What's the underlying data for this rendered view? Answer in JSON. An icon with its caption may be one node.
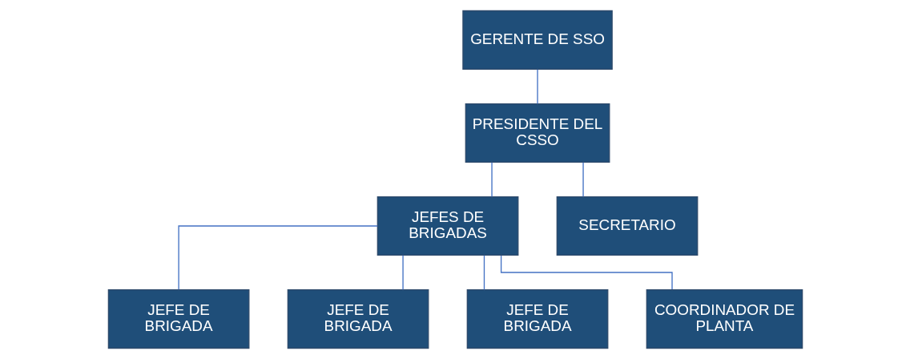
{
  "diagram": {
    "nodes": [
      {
        "text": [
          "GERENTE DE SSO"
        ]
      },
      {
        "text": [
          "PRESIDENTE DEL CSSO"
        ]
      },
      {
        "text": [
          "JEFES DE BRIGADAS"
        ]
      },
      {
        "text": [
          "SECRETARIO"
        ]
      },
      {
        "text": [
          "JEFE DE BRIGADA"
        ]
      },
      {
        "text": [
          "JEFE DE BRIGADA"
        ]
      },
      {
        "text": [
          "JEFE DE BRIGADA"
        ]
      },
      {
        "text": [
          "COORDINADOR DE PLANTA"
        ]
      }
    ],
    "edges": [
      {
        "from": 0,
        "to": 1,
        "arrow": "none"
      },
      {
        "from": 1,
        "to": 2,
        "arrow": "none"
      },
      {
        "from": 1,
        "to": 3,
        "arrow": "none"
      },
      {
        "from": 2,
        "to": 4,
        "arrow": "none"
      },
      {
        "from": 2,
        "to": 5,
        "arrow": "none"
      },
      {
        "from": 2,
        "to": 6,
        "arrow": "none"
      },
      {
        "from": 2,
        "to": 7,
        "arrow": "none"
      }
    ]
  }
}
